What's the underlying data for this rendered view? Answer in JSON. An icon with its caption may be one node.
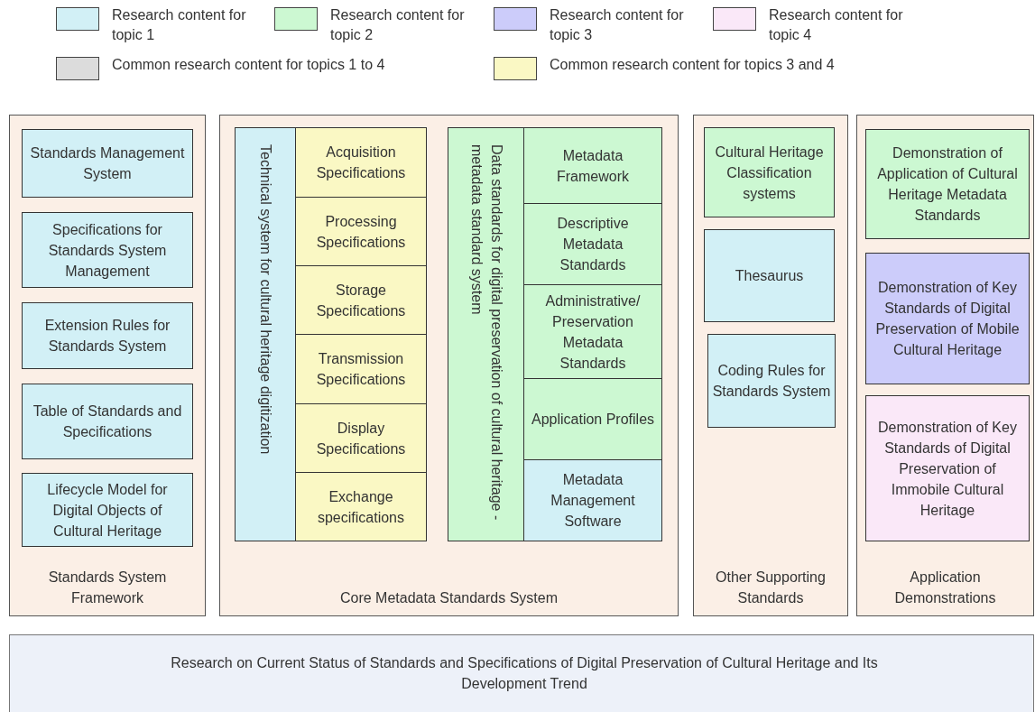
{
  "diagram": {
    "nodes": [
      {
        "text": [
          "Standards System Framework"
        ]
      },
      {
        "text": [
          "Standards Management System"
        ],
        "in": 0
      },
      {
        "text": [
          "Specifications for Standards System Management"
        ],
        "in": 0
      },
      {
        "text": [
          "Extension Rules for Standards System"
        ],
        "in": 0
      },
      {
        "text": [
          "Table of Standards and Specifications"
        ],
        "in": 0
      },
      {
        "text": [
          "Lifecycle Model for Digital Objects of Cultural Heritage"
        ],
        "in": 0
      },
      {
        "text": [
          "Core Metadata Standards System"
        ]
      },
      {
        "text": [
          "Technical system for cultural heritage digitization"
        ],
        "in": 6
      },
      {
        "text": [
          "Acquisition Specifications"
        ],
        "in": 6
      },
      {
        "text": [
          "Processing Specifications"
        ],
        "in": 6
      },
      {
        "text": [
          "Storage Specifications"
        ],
        "in": 6
      },
      {
        "text": [
          "Transmission Specifications"
        ],
        "in": 6
      },
      {
        "text": [
          "Display Specifications"
        ],
        "in": 6
      },
      {
        "text": [
          "Exchange specifications"
        ],
        "in": 6
      },
      {
        "text": [
          "Data standards for digital preservation of cultural heritage - metadata standard system"
        ],
        "in": 6
      },
      {
        "text": [
          "Metadata Framework"
        ],
        "in": 6
      },
      {
        "text": [
          "Descriptive Metadata Standards"
        ],
        "in": 6
      },
      {
        "text": [
          "Administrative/ Preservation Metadata Standards"
        ],
        "in": 6
      },
      {
        "text": [
          "Application Profiles"
        ],
        "in": 6
      },
      {
        "text": [
          "Metadata Management Software"
        ],
        "in": 6
      },
      {
        "text": [
          "Other Supporting Standards"
        ]
      },
      {
        "text": [
          "Cultural Heritage Classification systems"
        ],
        "in": 20
      },
      {
        "text": [
          "Thesaurus"
        ],
        "in": 20
      },
      {
        "text": [
          "Coding Rules for Standards System"
        ],
        "in": 20
      },
      {
        "text": [
          "Application Demonstrations"
        ]
      },
      {
        "text": [
          "Demonstration of Application of Cultural Heritage Metadata Standards"
        ],
        "in": 24
      },
      {
        "text": [
          "Demonstration of Key Standards of Digital Preservation of Mobile Cultural Heritage"
        ],
        "in": 24
      },
      {
        "text": [
          "Demonstration of Key Standards of Digital Preservation of Immobile Cultural Heritage"
        ],
        "in": 24
      },
      {
        "text": [
          "Research on Current Status of Standards and Specifications of Digital Preservation of Cultural Heritage and Its Development Trend"
        ]
      }
    ],
    "legend": [
      {
        "text": "Research content for topic 1",
        "color": "#d2f0f6"
      },
      {
        "text": "Research content for topic 2",
        "color": "#ccf8d2"
      },
      {
        "text": "Research content for topic 3",
        "color": "#ccccfa"
      },
      {
        "text": "Research content for topic 4",
        "color": "#fae8f8"
      },
      {
        "text": "Common research content for topics 1 to 4",
        "color": "#dcdcdc"
      },
      {
        "text": "Common research content for topics 3 and 4",
        "color": "#faf8c4"
      }
    ]
  }
}
